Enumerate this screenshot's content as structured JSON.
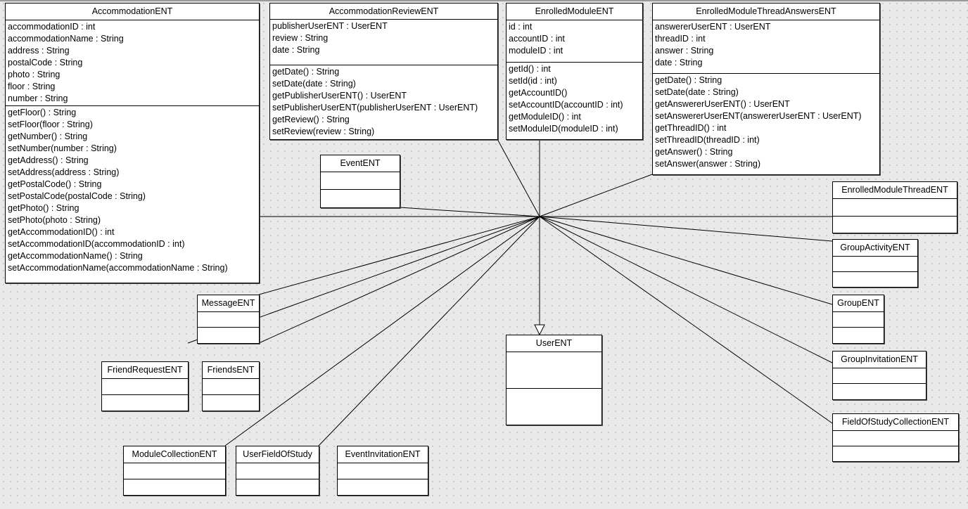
{
  "diagram": {
    "classes": [
      {
        "id": "AccommodationENT",
        "name": "AccommodationENT",
        "attributes": [
          "accommodationID : int",
          "accommodationName : String",
          "address : String",
          "postalCode : String",
          "photo : String",
          "floor : String",
          "number : String"
        ],
        "methods": [
          "getFloor() : String",
          "setFloor(floor : String)",
          "getNumber() : String",
          "setNumber(number : String)",
          "getAddress() : String",
          "setAddress(address : String)",
          "getPostalCode() : String",
          "setPostalCode(postalCode : String)",
          "getPhoto() : String",
          "setPhoto(photo : String)",
          "getAccommodationID() : int",
          "setAccommodationID(accommodationID : int)",
          "getAccommodationName() : String",
          "setAccommodationName(accommodationName : String)"
        ]
      },
      {
        "id": "AccommodationReviewENT",
        "name": "AccommodationReviewENT",
        "attributes": [
          "publisherUserENT : UserENT",
          "review : String",
          "date : String"
        ],
        "methods": [
          "getDate() : String",
          "setDate(date : String)",
          "getPublisherUserENT() : UserENT",
          "setPublisherUserENT(publisherUserENT : UserENT)",
          "getReview() : String",
          "setReview(review : String)"
        ]
      },
      {
        "id": "EnrolledModuleENT",
        "name": "EnrolledModuleENT",
        "attributes": [
          "id : int",
          "accountID : int",
          "moduleID : int"
        ],
        "methods": [
          "getId() : int",
          "setId(id : int)",
          "getAccountID()",
          "setAccountID(accountID : int)",
          "getModuleID() : int",
          "setModuleID(moduleID : int)"
        ]
      },
      {
        "id": "EnrolledModuleThreadAnswersENT",
        "name": "EnrolledModuleThreadAnswersENT",
        "attributes": [
          "answererUserENT : UserENT",
          "threadID : int",
          "answer : String",
          "date : String"
        ],
        "methods": [
          "getDate() : String",
          "setDate(date : String)",
          "getAnswererUserENT() : UserENT",
          "setAnswererUserENT(answererUserENT : UserENT)",
          "getThreadID() : int",
          "setThreadID(threadID : int)",
          "getAnswer() : String",
          "setAnswer(answer : String)"
        ]
      },
      {
        "id": "EventENT",
        "name": "EventENT",
        "attributes": [],
        "methods": []
      },
      {
        "id": "EnrolledModuleThreadENT",
        "name": "EnrolledModuleThreadENT",
        "attributes": [],
        "methods": []
      },
      {
        "id": "GroupActivityENT",
        "name": "GroupActivityENT",
        "attributes": [],
        "methods": []
      },
      {
        "id": "GroupENT",
        "name": "GroupENT",
        "attributes": [],
        "methods": []
      },
      {
        "id": "GroupInvitationENT",
        "name": "GroupInvitationENT",
        "attributes": [],
        "methods": []
      },
      {
        "id": "FieldOfStudyCollectionENT",
        "name": "FieldOfStudyCollectionENT",
        "attributes": [],
        "methods": []
      },
      {
        "id": "MessageENT",
        "name": "MessageENT",
        "attributes": [],
        "methods": []
      },
      {
        "id": "FriendRequestENT",
        "name": "FriendRequestENT",
        "attributes": [],
        "methods": []
      },
      {
        "id": "FriendsENT",
        "name": "FriendsENT",
        "attributes": [],
        "methods": []
      },
      {
        "id": "ModuleCollectionENT",
        "name": "ModuleCollectionENT",
        "attributes": [],
        "methods": []
      },
      {
        "id": "UserFieldOfStudy",
        "name": "UserFieldOfStudy",
        "attributes": [],
        "methods": []
      },
      {
        "id": "EventInvitationENT",
        "name": "EventInvitationENT",
        "attributes": [],
        "methods": []
      },
      {
        "id": "UserENT",
        "name": "UserENT",
        "attributes": [],
        "methods": []
      }
    ],
    "generalization_target": "UserENT"
  }
}
